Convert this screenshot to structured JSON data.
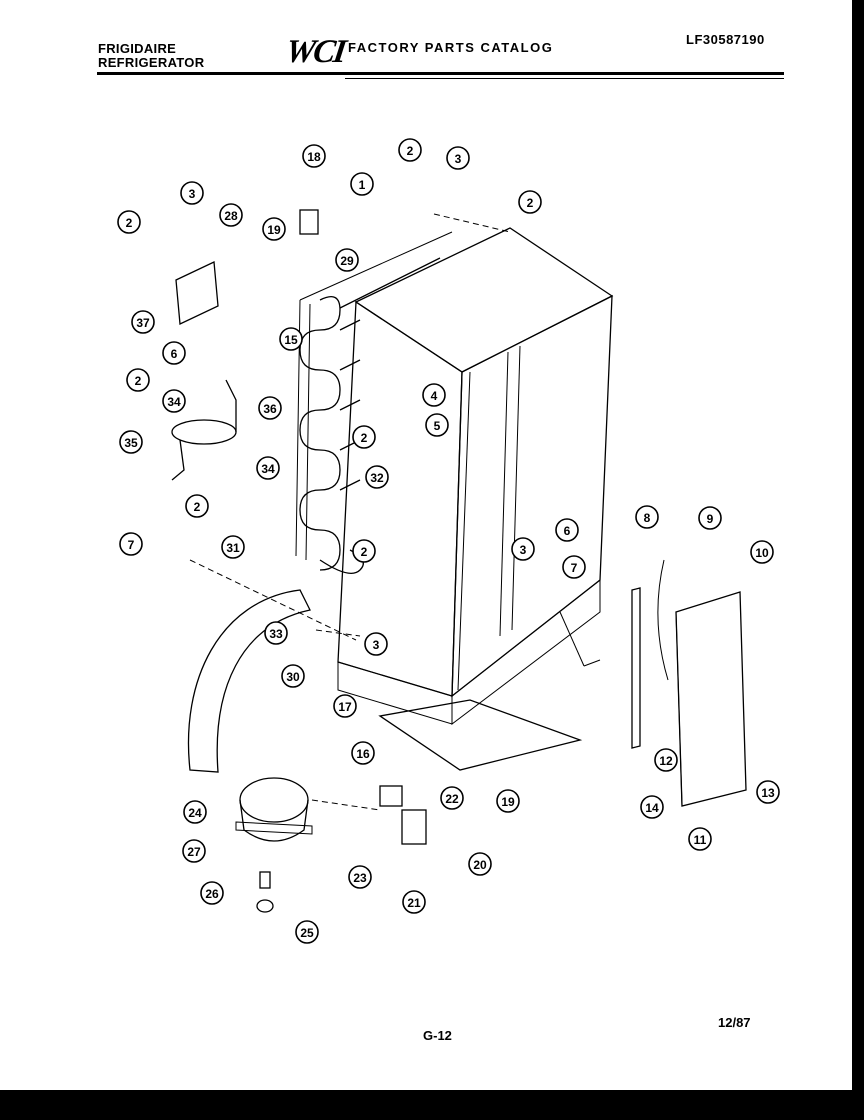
{
  "header": {
    "brand_line1": "FRIGIDAIRE",
    "brand_line2": "REFRIGERATOR",
    "logo": "WCI",
    "catalog_title": "FACTORY PARTS CATALOG",
    "model_number": "LF30587190"
  },
  "footer": {
    "page_number": "G-12",
    "date": "12/87"
  },
  "callouts": [
    "1",
    "2",
    "2",
    "2",
    "2",
    "2",
    "2",
    "2",
    "3",
    "3",
    "3",
    "3",
    "4",
    "5",
    "6",
    "6",
    "7",
    "7",
    "8",
    "9",
    "10",
    "11",
    "12",
    "13",
    "14",
    "15",
    "16",
    "17",
    "18",
    "19",
    "19",
    "20",
    "21",
    "22",
    "23",
    "24",
    "25",
    "26",
    "27",
    "28",
    "29",
    "30",
    "31",
    "32",
    "33",
    "34",
    "34",
    "35",
    "36",
    "37"
  ],
  "colors": {
    "ink": "#000000",
    "paper": "#ffffff",
    "frame": "#000000"
  }
}
